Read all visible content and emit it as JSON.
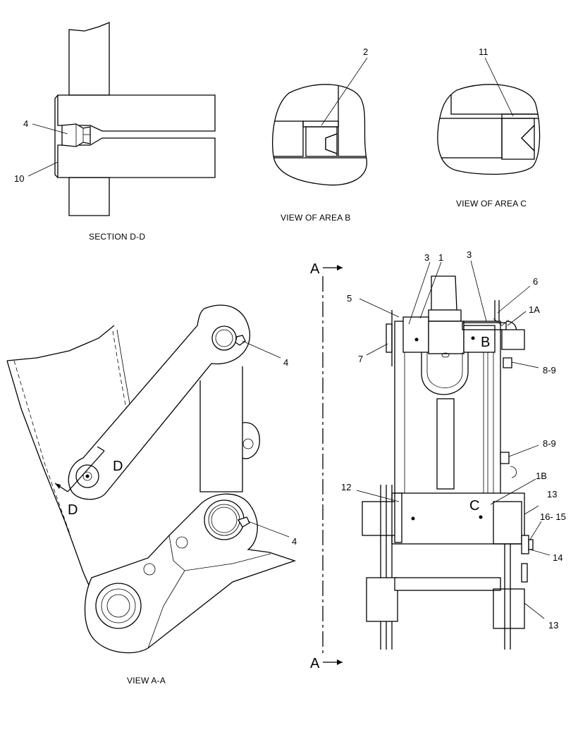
{
  "captions": {
    "section_dd": "SECTION  D-D",
    "view_area_b": "VIEW OF AREA  B",
    "view_area_c": "VIEW OF AREA  C",
    "view_aa": "VIEW  A-A"
  },
  "callouts": {
    "section_dd": {
      "c4": "4",
      "c10": "10"
    },
    "area_b": {
      "c2": "2"
    },
    "area_c": {
      "c11": "11"
    },
    "view_aa": {
      "c4_top": "4",
      "c4_bottom": "4",
      "d_upper": "D",
      "d_lower": "D"
    },
    "right_view": {
      "a_top": "A",
      "a_bottom": "A",
      "c3_left": "3",
      "c1": "1",
      "c3_right": "3",
      "c6": "6",
      "c5": "5",
      "c1a": "1A",
      "b": "B",
      "c7": "7",
      "c89_top": "8-9",
      "c89_mid": "8-9",
      "c1b": "1B",
      "c12": "12",
      "c": "C",
      "c13_top": "13",
      "c16_15": "16- 15",
      "c14": "14",
      "c13_bottom": "13"
    }
  }
}
